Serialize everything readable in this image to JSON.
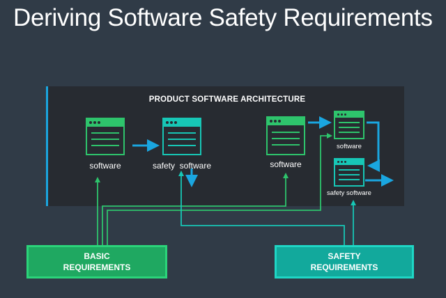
{
  "title": "Deriving Software Safety Requirements",
  "architecture": {
    "label": "PRODUCT SOFTWARE ARCHITECTURE",
    "components": [
      {
        "label": "software"
      },
      {
        "label": "safety  software"
      },
      {
        "label": "software"
      },
      {
        "label": "software"
      },
      {
        "label": "safety software"
      }
    ]
  },
  "requirements": {
    "basic": {
      "line1": "BASIC",
      "line2": "REQUIREMENTS"
    },
    "safety": {
      "line1": "SAFETY",
      "line2": "REQUIREMENTS"
    }
  },
  "colors": {
    "background": "#303b47",
    "panel": "#272b31",
    "green": "#2ec46c",
    "teal": "#17c7b6",
    "blue_arrow": "#1aa6e0"
  },
  "icons": [
    "window-icon",
    "arrow-icon"
  ]
}
